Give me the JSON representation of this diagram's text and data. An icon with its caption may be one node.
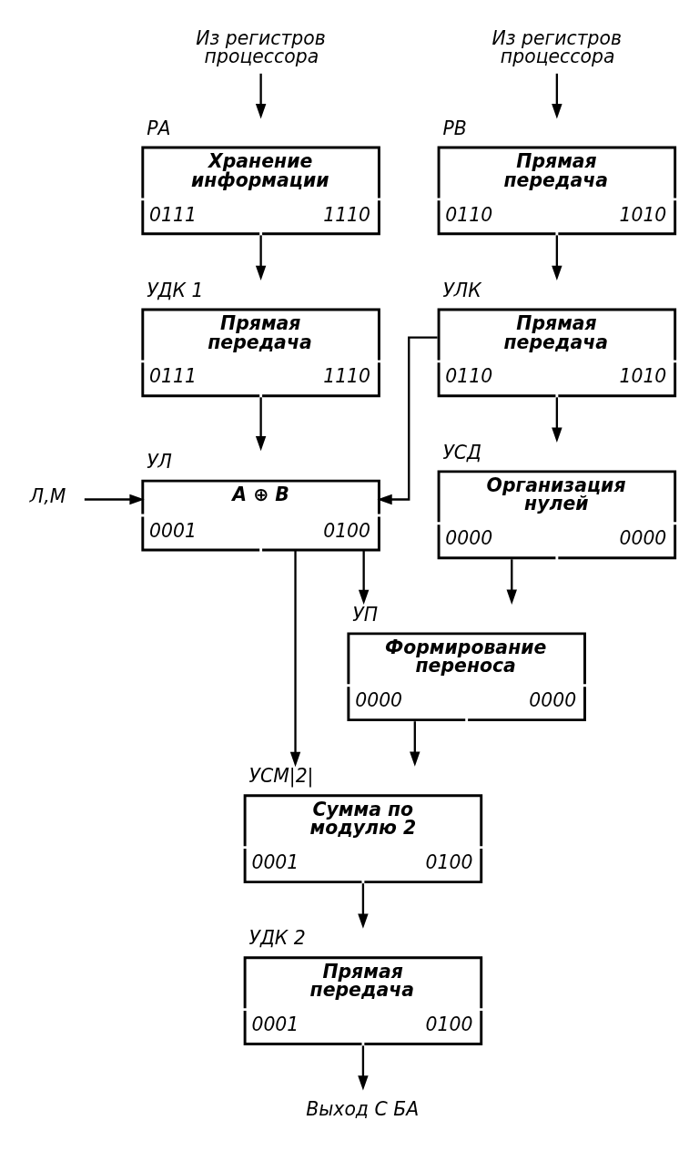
{
  "diagram": {
    "nodes": [
      {
        "text": [
          "Из регистров процессора"
        ]
      },
      {
        "text": [
          "Из регистров процессора"
        ]
      },
      {
        "text": [
          "РА",
          "Хранение информации",
          "0111",
          "1110"
        ]
      },
      {
        "text": [
          "РВ",
          "Прямая передача",
          "0110",
          "1010"
        ]
      },
      {
        "text": [
          "УДК 1",
          "Прямая передача",
          "0111",
          "1110"
        ]
      },
      {
        "text": [
          "УЛК",
          "Прямая передача",
          "0110",
          "1010"
        ]
      },
      {
        "text": [
          "УЛ",
          "A ⊕ B",
          "0001",
          "0100"
        ]
      },
      {
        "text": [
          "Л,М"
        ]
      },
      {
        "text": [
          "УСД",
          "Организация нулей",
          "0000",
          "0000"
        ]
      },
      {
        "text": [
          "УП",
          "Формирование переноса",
          "0000",
          "0000"
        ]
      },
      {
        "text": [
          "УСМ|2|",
          "Сумма по модулю 2",
          "0001",
          "0100"
        ]
      },
      {
        "text": [
          "УДК 2",
          "Прямая передача",
          "0001",
          "0100"
        ]
      },
      {
        "text": [
          "Выход С БА"
        ]
      }
    ],
    "edges": [
      {
        "from": 0,
        "to": 2,
        "arrow": "to"
      },
      {
        "from": 1,
        "to": 3,
        "arrow": "to"
      },
      {
        "from": 2,
        "to": 4,
        "arrow": "to"
      },
      {
        "from": 3,
        "to": 5,
        "arrow": "to"
      },
      {
        "from": 4,
        "to": 6,
        "arrow": "to"
      },
      {
        "from": 5,
        "to": 6,
        "arrow": "to"
      },
      {
        "from": 5,
        "to": 8,
        "arrow": "to"
      },
      {
        "from": 7,
        "to": 6,
        "arrow": "to"
      },
      {
        "from": 6,
        "to": 9,
        "arrow": "to"
      },
      {
        "from": 8,
        "to": 9,
        "arrow": "to"
      },
      {
        "from": 6,
        "to": 10,
        "arrow": "to"
      },
      {
        "from": 9,
        "to": 10,
        "arrow": "to"
      },
      {
        "from": 10,
        "to": 11,
        "arrow": "to"
      },
      {
        "from": 11,
        "to": 12,
        "arrow": "to"
      }
    ]
  }
}
